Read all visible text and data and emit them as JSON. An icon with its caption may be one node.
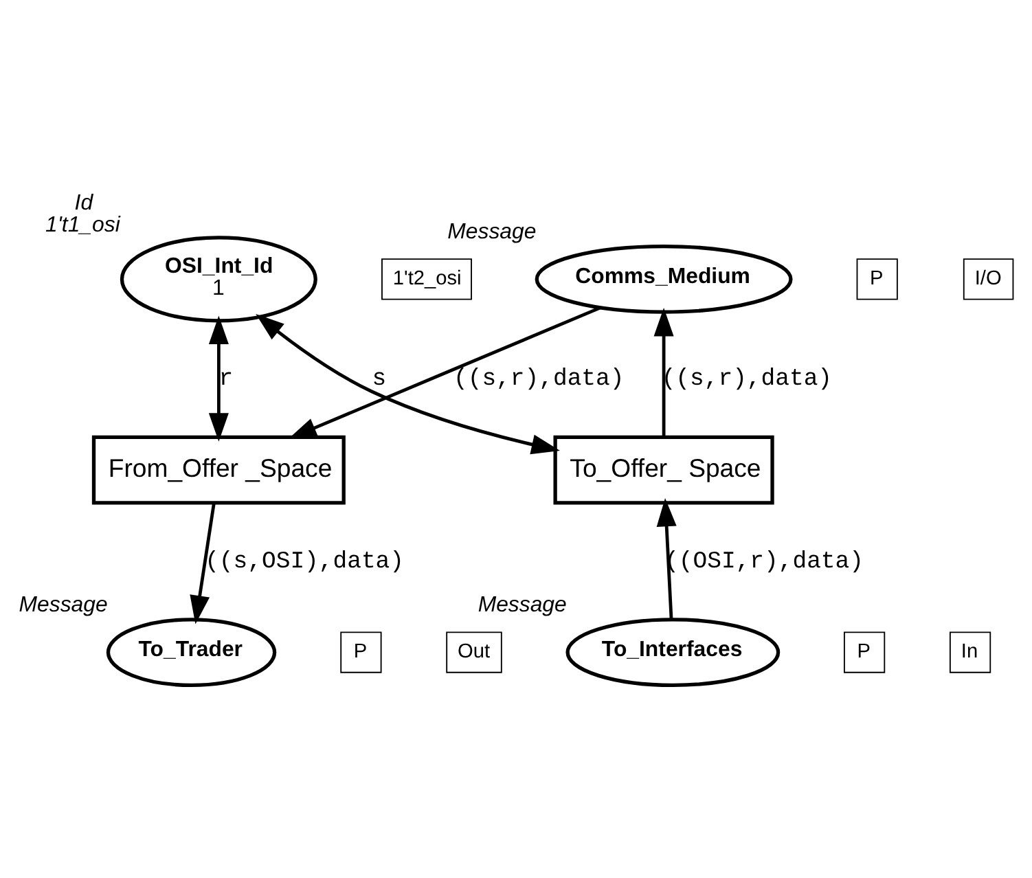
{
  "diagram": {
    "nodes": [
      {
        "text": [
          "Comms_Medium"
        ],
        "beside": [
          "Message"
        ]
      },
      {
        "text": [
          "P"
        ]
      },
      {
        "text": [
          "I/O"
        ]
      },
      {
        "text": [
          "OSI_Int_Id",
          "1"
        ],
        "beside": [
          "Id",
          "1't1_osi"
        ]
      },
      {
        "text": [
          "1't2_osi"
        ]
      },
      {
        "text": [
          "To_Offer_ Space"
        ]
      },
      {
        "text": [
          "From_Offer _Space"
        ]
      },
      {
        "text": [
          "To_Interfaces"
        ],
        "beside": [
          "Message"
        ]
      },
      {
        "text": [
          "P"
        ]
      },
      {
        "text": [
          "In"
        ]
      },
      {
        "text": [
          "To_Trader"
        ],
        "beside": [
          "Message"
        ]
      },
      {
        "text": [
          "P"
        ]
      },
      {
        "text": [
          "Out"
        ]
      }
    ],
    "edges": [
      {
        "from": 5,
        "to": 0,
        "arrow": "to",
        "label": "((s,r),data)"
      },
      {
        "from": 0,
        "to": 6,
        "arrow": "to",
        "label": "((s,r),data)"
      },
      {
        "from": 3,
        "to": 5,
        "arrow": "both",
        "label": "s"
      },
      {
        "from": 3,
        "to": 6,
        "arrow": "both",
        "label": "r"
      },
      {
        "from": 7,
        "to": 5,
        "arrow": "to",
        "label": "((OSI,r),data)"
      },
      {
        "from": 6,
        "to": 10,
        "arrow": "to",
        "label": "((s,OSI),data)"
      }
    ]
  }
}
